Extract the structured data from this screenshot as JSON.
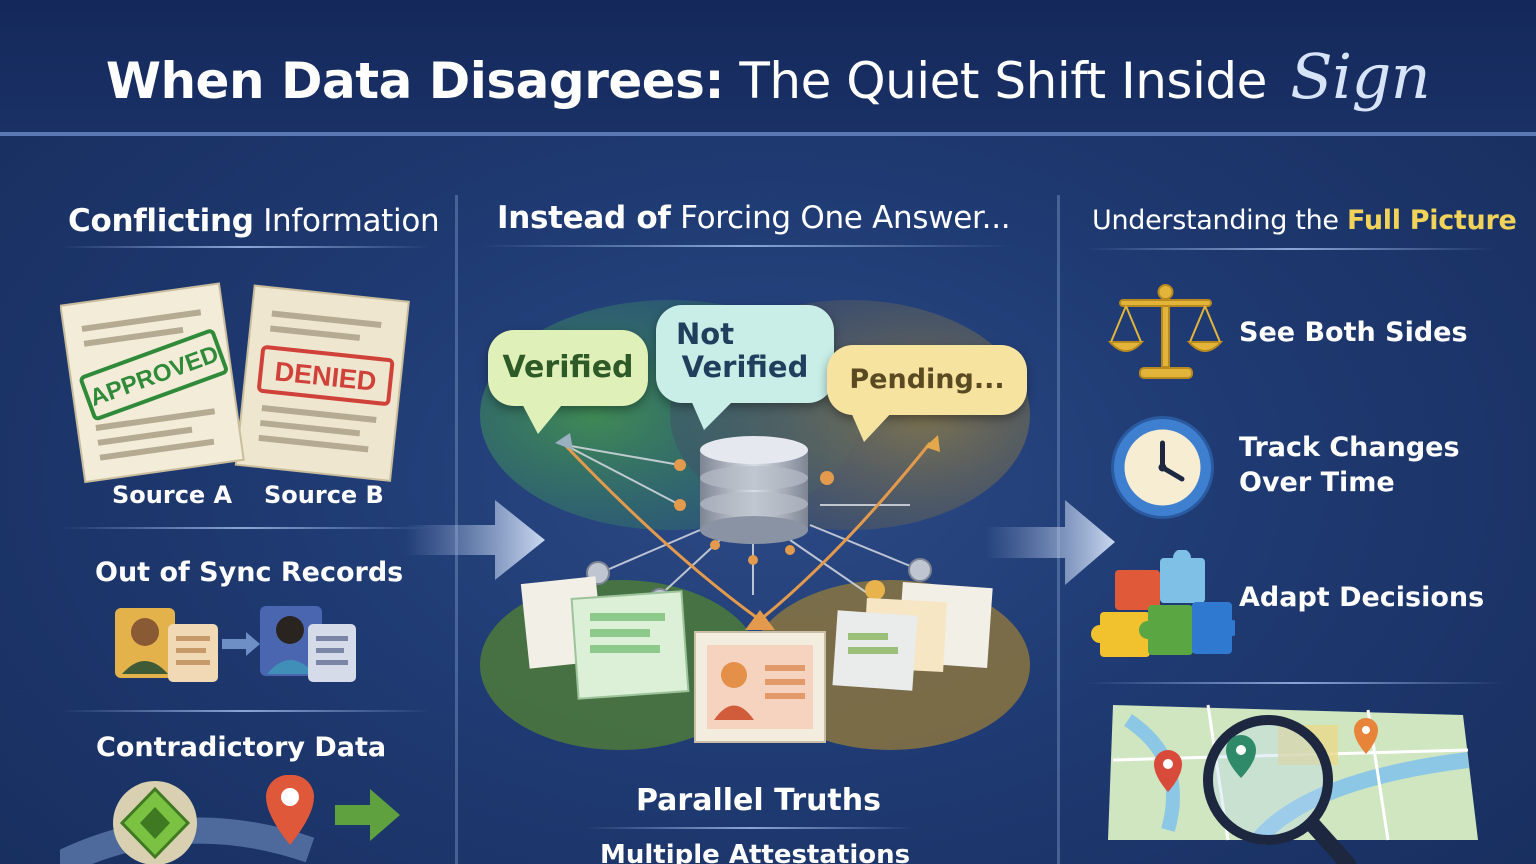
{
  "title": {
    "bold": "When Data Disagrees:",
    "light": "The Quiet Shift Inside",
    "script": "Sign"
  },
  "left": {
    "heading_bold": "Conflicting",
    "heading_light": "Information",
    "stamp_a": "APPROVED",
    "stamp_b": "DENIED",
    "source_a": "Source A",
    "source_b": "Source B",
    "out_of_sync": "Out of Sync Records",
    "contradictory": "Contradictory Data"
  },
  "center": {
    "heading_bold": "Instead of",
    "heading_light": "Forcing One Answer...",
    "bubble_verified": "Verified",
    "bubble_not_verified_1": "Not",
    "bubble_not_verified_2": "Verified",
    "bubble_pending": "Pending...",
    "parallel": "Parallel Truths",
    "multiple": "Multiple Attestations"
  },
  "right": {
    "heading_light": "Understanding the",
    "heading_bold": "Full Picture",
    "items": [
      {
        "line1": "See Both Sides",
        "line2": "",
        "icon": "scales-icon"
      },
      {
        "line1": "Track Changes",
        "line2": "Over Time",
        "icon": "clock-icon"
      },
      {
        "line1": "Adapt Decisions",
        "line2": "",
        "icon": "puzzle-icon"
      }
    ]
  },
  "colors": {
    "accent_yellow": "#f2d35a",
    "bubble_green": "#dff0b8",
    "bubble_teal": "#c9eee8",
    "bubble_yellow": "#f7e3a0",
    "stamp_green": "#2f8a3a",
    "stamp_red": "#d0413a"
  }
}
